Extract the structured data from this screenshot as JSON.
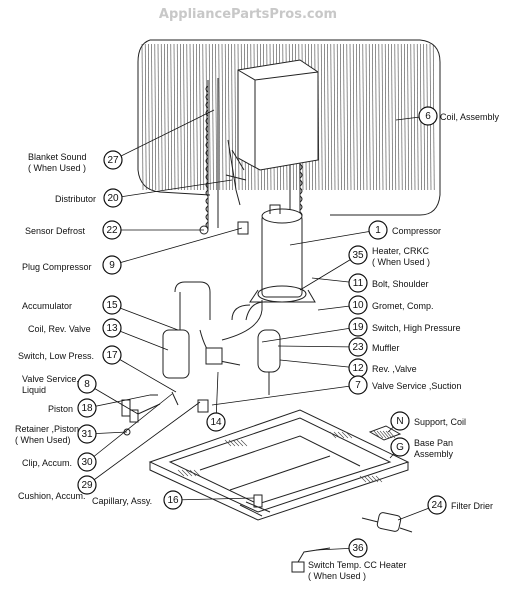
{
  "watermark": "AppliancePartsPros.com",
  "callouts": [
    {
      "id": "c6",
      "number": "6",
      "lines": [
        "Coil, Assembly"
      ],
      "side": "right"
    },
    {
      "id": "c27",
      "number": "27",
      "lines": [
        "Blanket Sound",
        "( When Used )"
      ],
      "side": "left"
    },
    {
      "id": "c20",
      "number": "20",
      "lines": [
        "Distributor"
      ],
      "side": "left"
    },
    {
      "id": "c22",
      "number": "22",
      "lines": [
        "Sensor Defrost"
      ],
      "side": "left"
    },
    {
      "id": "c1",
      "number": "1",
      "lines": [
        "Compressor"
      ],
      "side": "right"
    },
    {
      "id": "c35",
      "number": "35",
      "lines": [
        "Heater, CRKC",
        "( When Used )"
      ],
      "side": "right"
    },
    {
      "id": "c9",
      "number": "9",
      "lines": [
        "Plug Compressor"
      ],
      "side": "left"
    },
    {
      "id": "c11",
      "number": "11",
      "lines": [
        "Bolt, Shoulder"
      ],
      "side": "right"
    },
    {
      "id": "c15",
      "number": "15",
      "lines": [
        "Accumulator"
      ],
      "side": "left"
    },
    {
      "id": "c10",
      "number": "10",
      "lines": [
        "Gromet, Comp."
      ],
      "side": "right"
    },
    {
      "id": "c13",
      "number": "13",
      "lines": [
        "Coil, Rev. Valve"
      ],
      "side": "left"
    },
    {
      "id": "c19",
      "number": "19",
      "lines": [
        "Switch, High Pressure"
      ],
      "side": "right"
    },
    {
      "id": "c17",
      "number": "17",
      "lines": [
        "Switch, Low Press."
      ],
      "side": "left"
    },
    {
      "id": "c23",
      "number": "23",
      "lines": [
        "Muffler"
      ],
      "side": "right"
    },
    {
      "id": "c12",
      "number": "12",
      "lines": [
        "Rev. ,Valve"
      ],
      "side": "right"
    },
    {
      "id": "c8",
      "number": "8",
      "lines": [
        "Valve Service,",
        "Liquid"
      ],
      "side": "left"
    },
    {
      "id": "c7",
      "number": "7",
      "lines": [
        "Valve Service ,Suction"
      ],
      "side": "right"
    },
    {
      "id": "c18",
      "number": "18",
      "lines": [
        "Piston"
      ],
      "side": "left"
    },
    {
      "id": "c14",
      "number": "14",
      "lines": [],
      "side": "none"
    },
    {
      "id": "cN",
      "number": "N",
      "lines": [
        "Support, Coil"
      ],
      "side": "right"
    },
    {
      "id": "c31",
      "number": "31",
      "lines": [
        "Retainer ,Piston",
        "( When Used)"
      ],
      "side": "left"
    },
    {
      "id": "cG",
      "number": "G",
      "lines": [
        "Base Pan",
        "Assembly"
      ],
      "side": "right"
    },
    {
      "id": "c30",
      "number": "30",
      "lines": [
        "Clip, Accum."
      ],
      "side": "left"
    },
    {
      "id": "c29",
      "number": "29",
      "lines": [
        "Cushion, Accum."
      ],
      "side": "left"
    },
    {
      "id": "c16",
      "number": "16",
      "lines": [
        "Capillary, Assy."
      ],
      "side": "left"
    },
    {
      "id": "c24",
      "number": "24",
      "lines": [
        "Filter Drier"
      ],
      "side": "right"
    },
    {
      "id": "c36",
      "number": "36",
      "lines": [
        "Switch Temp. CC Heater",
        "( When Used )"
      ],
      "side": "below"
    }
  ]
}
